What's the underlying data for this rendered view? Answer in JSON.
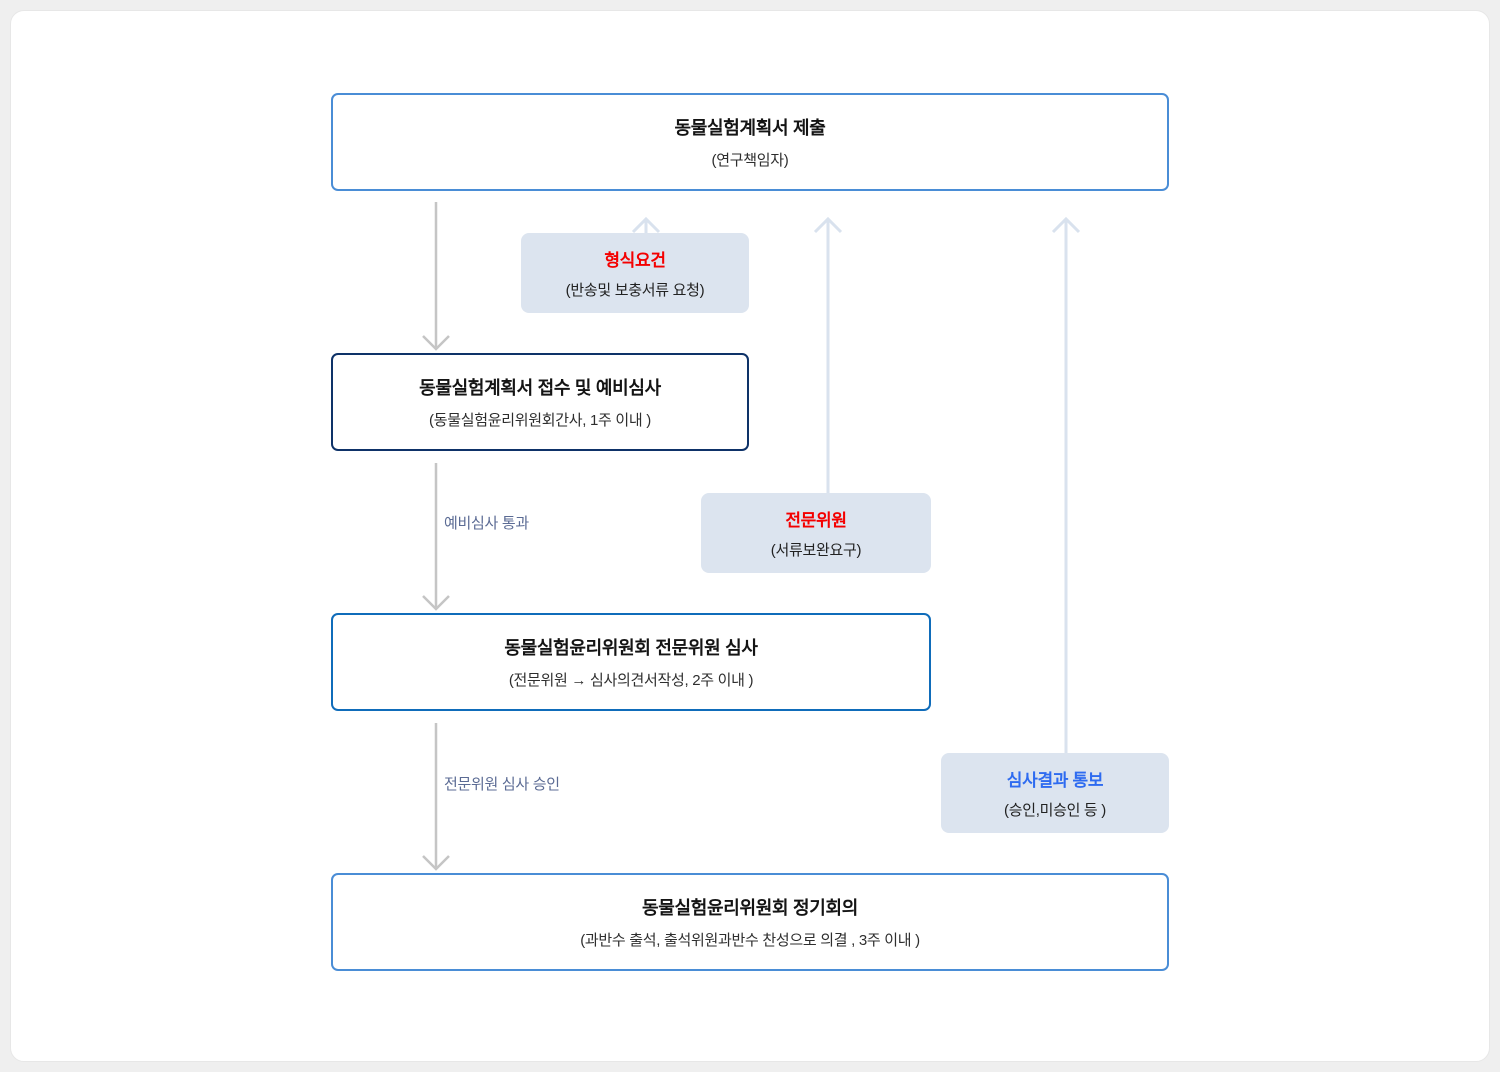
{
  "nodes": {
    "submit": {
      "title": "동물실험계획서 제출",
      "subtitle": "(연구책임자)"
    },
    "receipt": {
      "title": "동물실험계획서 접수 및 예비심사",
      "subtitle": "(동물실험윤리위원회간사, 1주 이내 )"
    },
    "expert_review": {
      "title": "동물실험윤리위원회 전문위원 심사",
      "subtitle": "(전문위원 → 심사의견서작성, 2주 이내 )"
    },
    "regular_meeting": {
      "title": "동물실험윤리위원회 정기회의",
      "subtitle": "(과반수 출석, 출석위원과반수 찬성으로 의결 , 3주 이내 )"
    }
  },
  "tags": {
    "formal_requirement": {
      "title": "형식요건",
      "subtitle": "(반송및 보충서류 요청)"
    },
    "expert_member": {
      "title": "전문위원",
      "subtitle": "(서류보완요구)"
    },
    "result_notice": {
      "title": "심사결과 통보",
      "subtitle": "(승인,미승인 등 )"
    }
  },
  "edge_labels": {
    "pass_preliminary": "예비심사 통과",
    "expert_approval": "전문위원 심사 승인"
  },
  "colors": {
    "node_border_light_blue": "#4a8dd6",
    "node_border_navy": "#0e3268",
    "node_border_mid_blue": "#0f6cba",
    "tag_background": "#dce4ef",
    "tag_title_red": "#f40000",
    "tag_title_blue": "#2e6bf0",
    "down_arrow": "#c5c5c5",
    "up_arrow": "#d9e2ee",
    "edge_label_text": "#5b6b94"
  }
}
